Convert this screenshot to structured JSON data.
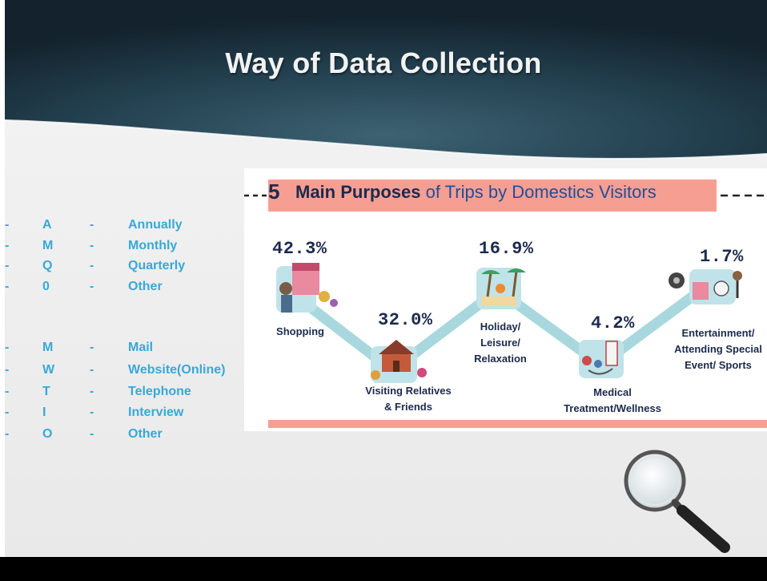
{
  "slide": {
    "title": "Way of Data Collection",
    "frequency_legend": [
      {
        "bullet": "-",
        "code": "A",
        "dash": "-",
        "label": "Annually"
      },
      {
        "bullet": "-",
        "code": "M",
        "dash": "-",
        "label": "Monthly"
      },
      {
        "bullet": "-",
        "code": "Q",
        "dash": "-",
        "label": "Quarterly"
      },
      {
        "bullet": "-",
        "code": "0",
        "dash": "-",
        "label": "Other"
      }
    ],
    "method_legend": [
      {
        "bullet": "-",
        "code": "M",
        "dash": "-",
        "label": "Mail"
      },
      {
        "bullet": "-",
        "code": "W",
        "dash": "-",
        "label": "Website(Online)"
      },
      {
        "bullet": "-",
        "code": "T",
        "dash": "-",
        "label": "Telephone"
      },
      {
        "bullet": "-",
        "code": "I",
        "dash": "-",
        "label": "Interview"
      },
      {
        "bullet": "-",
        "code": "O",
        "dash": "-",
        "label": "Other"
      }
    ],
    "colors": {
      "header_dark": "#1c3544",
      "legend_text": "#38a8d8",
      "banner": "#f79e92",
      "navy_text": "#1b2a4e",
      "line": "#a8d8de",
      "footer": "#000000"
    },
    "icons": [
      "magnifier-icon",
      "shopping-icon",
      "house-icon",
      "beach-icon",
      "medical-icon",
      "sports-icon"
    ]
  },
  "infographic": {
    "title_number": "5",
    "title_main": "Main Purposes",
    "title_rest": "of Trips by Domestics Visitors",
    "points": [
      {
        "pct": "42.3%",
        "label_lines": [
          "Shopping"
        ]
      },
      {
        "pct": "32.0%",
        "label_lines": [
          "Visiting Relatives",
          "& Friends"
        ]
      },
      {
        "pct": "16.9%",
        "label_lines": [
          "Holiday/",
          "Leisure/",
          "Relaxation"
        ]
      },
      {
        "pct": "4.2%",
        "label_lines": [
          "Medical",
          "Treatment/Wellness"
        ]
      },
      {
        "pct": "1.7%",
        "label_lines": [
          "Entertainment/",
          "Attending Special",
          "Event/ Sports"
        ]
      }
    ]
  }
}
